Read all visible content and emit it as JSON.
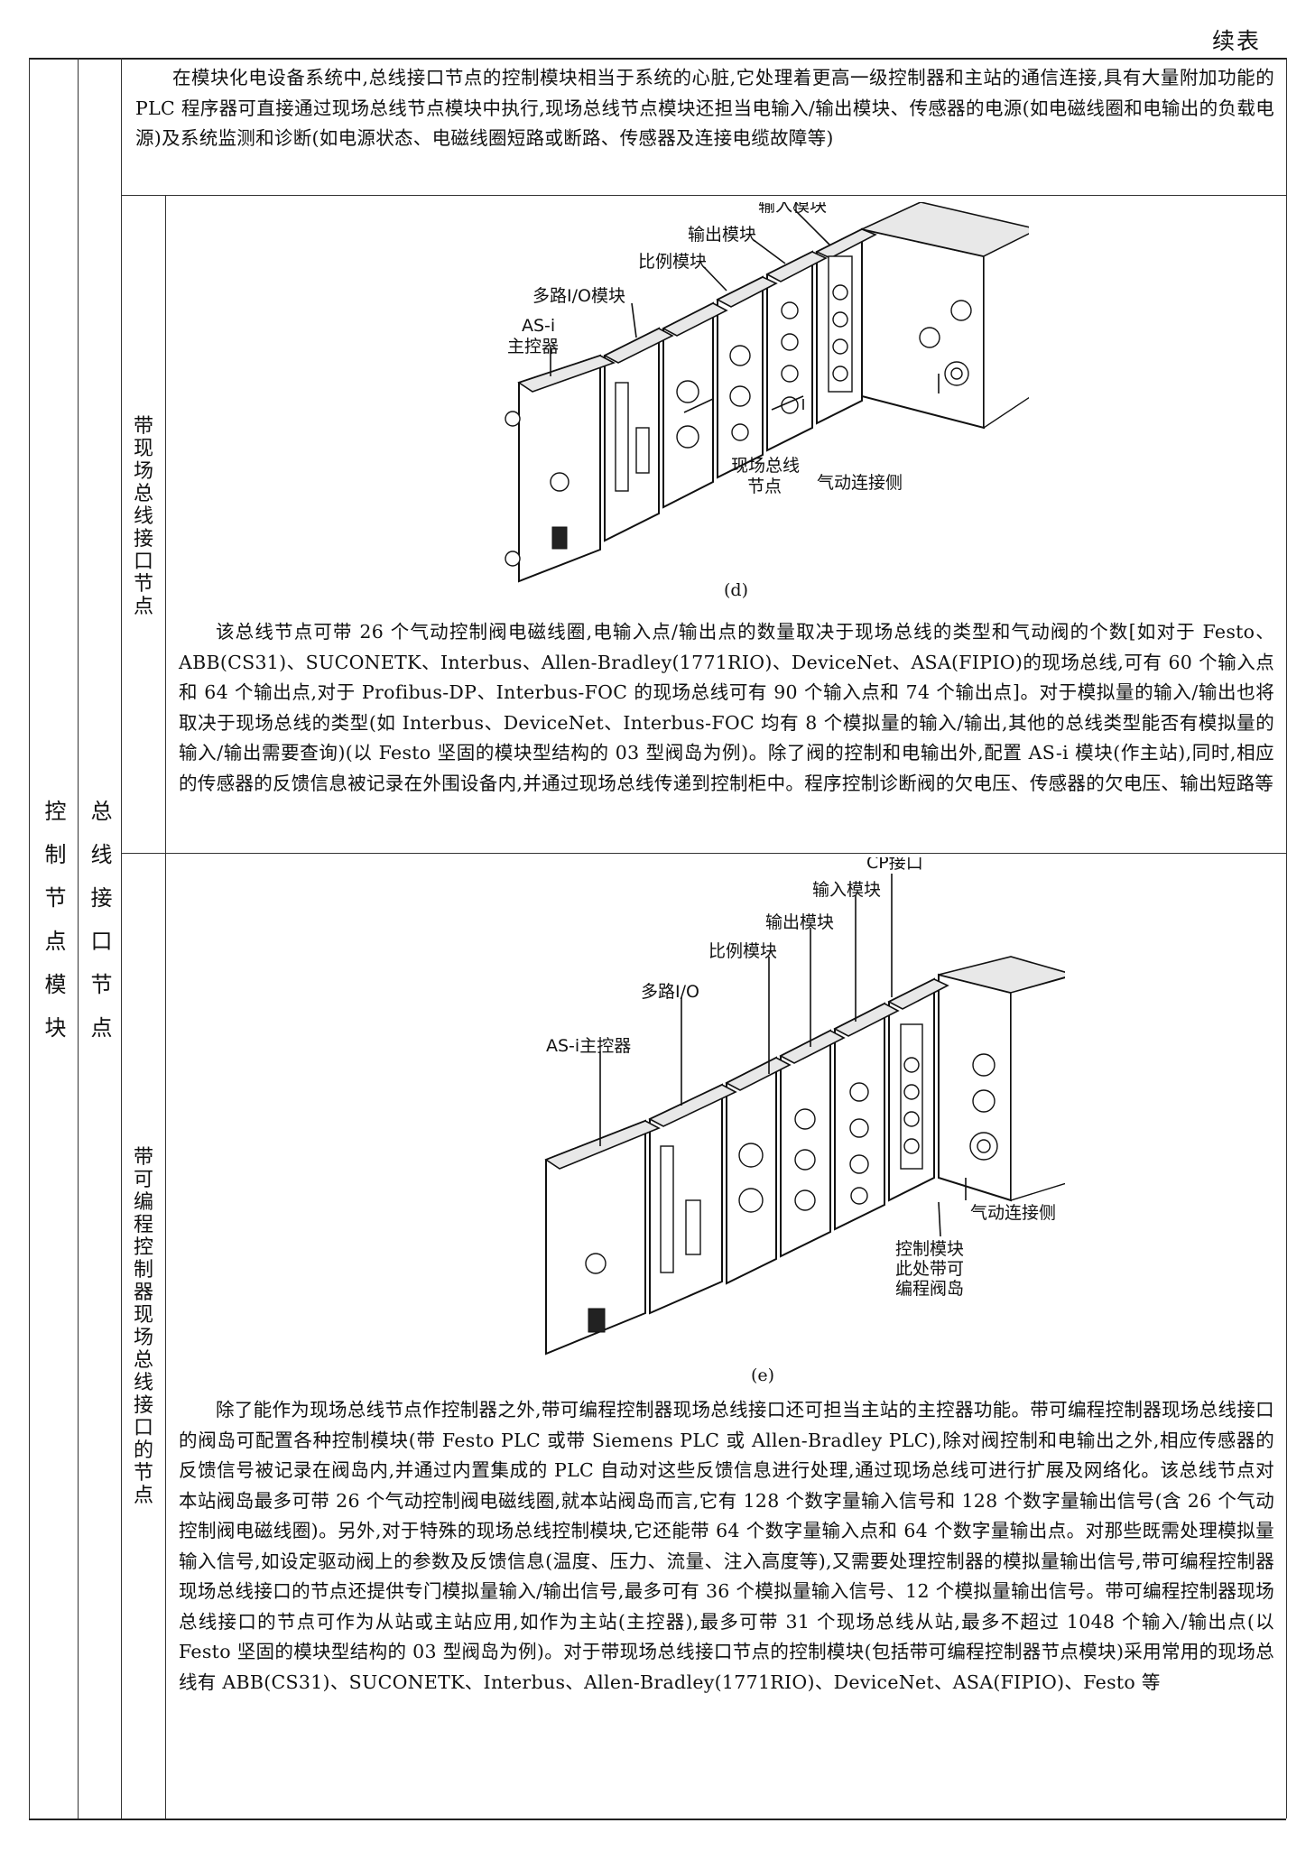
{
  "header": {
    "continued_label": "续表"
  },
  "table": {
    "col1_label": "控制节点模块",
    "col2_label": "总线接口节点",
    "intro_paragraph": "在模块化电设备系统中,总线接口节点的控制模块相当于系统的心脏,它处理着更高一级控制器和主站的通信连接,具有大量附加功能的 PLC 程序器可直接通过现场总线节点模块中执行,现场总线节点模块还担当电输入/输出模块、传感器的电源(如电磁线圈和电输出的负载电源)及系统监测和诊断(如电源状态、电磁线圈短路或断路、传感器及连接电缆故障等)",
    "rows": [
      {
        "tag": "带现场总线接口节点",
        "figure": {
          "caption": "(d)",
          "labels": {
            "input": "输入模块",
            "output": "输出模块",
            "proportional": "比例模块",
            "multi_io": "多路I/O模块",
            "asi_line1": "AS-i",
            "asi_line2": "主控器",
            "node_line1": "现场总线",
            "node_line2": "节点",
            "pneumatic": "气动连接侧"
          }
        },
        "paragraph": "该总线节点可带 26 个气动控制阀电磁线圈,电输入点/输出点的数量取决于现场总线的类型和气动阀的个数[如对于 Festo、ABB(CS31)、SUCONETK、Interbus、Allen-Bradley(1771RIO)、DeviceNet、ASA(FIPIO)的现场总线,可有 60 个输入点和 64 个输出点,对于 Profibus-DP、Interbus-FOC 的现场总线可有 90 个输入点和 74 个输出点]。对于模拟量的输入/输出也将取决于现场总线的类型(如 Interbus、DeviceNet、Interbus-FOC 均有 8 个模拟量的输入/输出,其他的总线类型能否有模拟量的输入/输出需要查询)(以 Festo 坚固的模块型结构的 03 型阀岛为例)。除了阀的控制和电输出外,配置 AS-i 模块(作主站),同时,相应的传感器的反馈信息被记录在外围设备内,并通过现场总线传递到控制柜中。程序控制诊断阀的欠电压、传感器的欠电压、输出短路等"
      },
      {
        "tag": "带可编程控制器现场总线接口的节点",
        "figure": {
          "caption": "(e)",
          "labels": {
            "cp": "CP接口",
            "input": "输入模块",
            "output": "输出模块",
            "proportional": "比例模块",
            "multi_io": "多路I/O",
            "asi": "AS-i主控器",
            "pneumatic": "气动连接侧",
            "ctrl_line1": "控制模块",
            "ctrl_line2": "此处带可",
            "ctrl_line3": "编程阀岛"
          }
        },
        "paragraph": "除了能作为现场总线节点作控制器之外,带可编程控制器现场总线接口还可担当主站的主控器功能。带可编程控制器现场总线接口的阀岛可配置各种控制模块(带 Festo PLC 或带 Siemens PLC 或 Allen-Bradley PLC),除对阀控制和电输出之外,相应传感器的反馈信号被记录在阀岛内,并通过内置集成的 PLC 自动对这些反馈信息进行处理,通过现场总线可进行扩展及网络化。该总线节点对本站阀岛最多可带 26 个气动控制阀电磁线圈,就本站阀岛而言,它有 128 个数字量输入信号和 128 个数字量输出信号(含 26 个气动控制阀电磁线圈)。另外,对于特殊的现场总线控制模块,它还能带 64 个数字量输入点和 64 个数字量输出点。对那些既需处理模拟量输入信号,如设定驱动阀上的参数及反馈信息(温度、压力、流量、注入高度等),又需要处理控制器的模拟量输出信号,带可编程控制器现场总线接口的节点还提供专门模拟量输入/输出信号,最多可有 36 个模拟量输入信号、12 个模拟量输出信号。带可编程控制器现场总线接口的节点可作为从站或主站应用,如作为主站(主控器),最多可带 31 个现场总线从站,最多不超过 1048 个输入/输出点(以 Festo 坚固的模块型结构的 03 型阀岛为例)。对于带现场总线接口节点的控制模块(包括带可编程控制器节点模块)采用常用的现场总线有 ABB(CS31)、SUCONETK、Interbus、Allen-Bradley(1771RIO)、DeviceNet、ASA(FIPIO)、Festo 等"
      }
    ]
  }
}
